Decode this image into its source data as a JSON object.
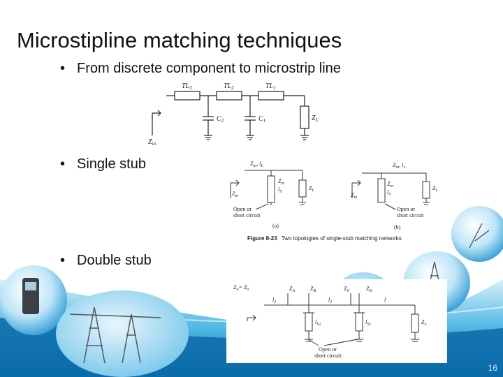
{
  "slide": {
    "title": "Microstipline matching techniques",
    "page_number": "16"
  },
  "bullets": [
    {
      "text": "From discrete component to microstrip line"
    },
    {
      "text": "Single stub"
    },
    {
      "text": "Double stub"
    }
  ],
  "figure_discrete": {
    "labels": [
      "TL",
      "3",
      "TL",
      "2",
      "TL",
      "1",
      "C",
      "2",
      "C",
      "1",
      "Z",
      "L",
      "Z",
      "in"
    ]
  },
  "figure_single_stub": {
    "a": {
      "top_label": "Z",
      "top_sub": "in",
      "top_l": "l",
      "top_lsub": "L",
      "stub_top": "Z",
      "stub_top_sub": "in",
      "stub_len": "l",
      "stub_len_sub": "S",
      "load": "Z",
      "load_sub": "L",
      "zin": "Z",
      "zin_sub": "in",
      "open_label_1": "Open or",
      "open_label_2": "short circuit",
      "panel": "(a)"
    },
    "b": {
      "top_label": "Z",
      "top_sub": "in",
      "top_l": "l",
      "top_lsub": "L",
      "stub_top": "Z",
      "stub_top_sub": "in",
      "stub_len": "l",
      "stub_len_sub": "S",
      "load": "Z",
      "load_sub": "L",
      "zin": "Z",
      "zin_sub": "in",
      "open_label_1": "Open or",
      "open_label_2": "short circuit",
      "panel": "(b)"
    },
    "caption_bold": "Figure 8-23",
    "caption_text": "Two topologies of single-stub matching networks."
  },
  "figure_double_stub": {
    "za_eq": "Z",
    "za_eq_sub": "a",
    "za_eq_rhs": "= Z",
    "za_eq_rhs_sub": "0",
    "za": "Z",
    "za_sub": "A",
    "zb": "Z",
    "zb_sub": "B",
    "zc": "Z",
    "zc_sub": "C",
    "zd": "Z",
    "zd_sub": "D",
    "l2": "l",
    "l2_sub": "2",
    "l2b": "l",
    "l2b_sub": "2",
    "l": "l",
    "ls2": "l",
    "ls2_sub": "S2",
    "ls1": "l",
    "ls1_sub": "S1",
    "zl": "Z",
    "zl_sub": "L",
    "open_label_1": "Open or",
    "open_label_2": "short circuit"
  }
}
